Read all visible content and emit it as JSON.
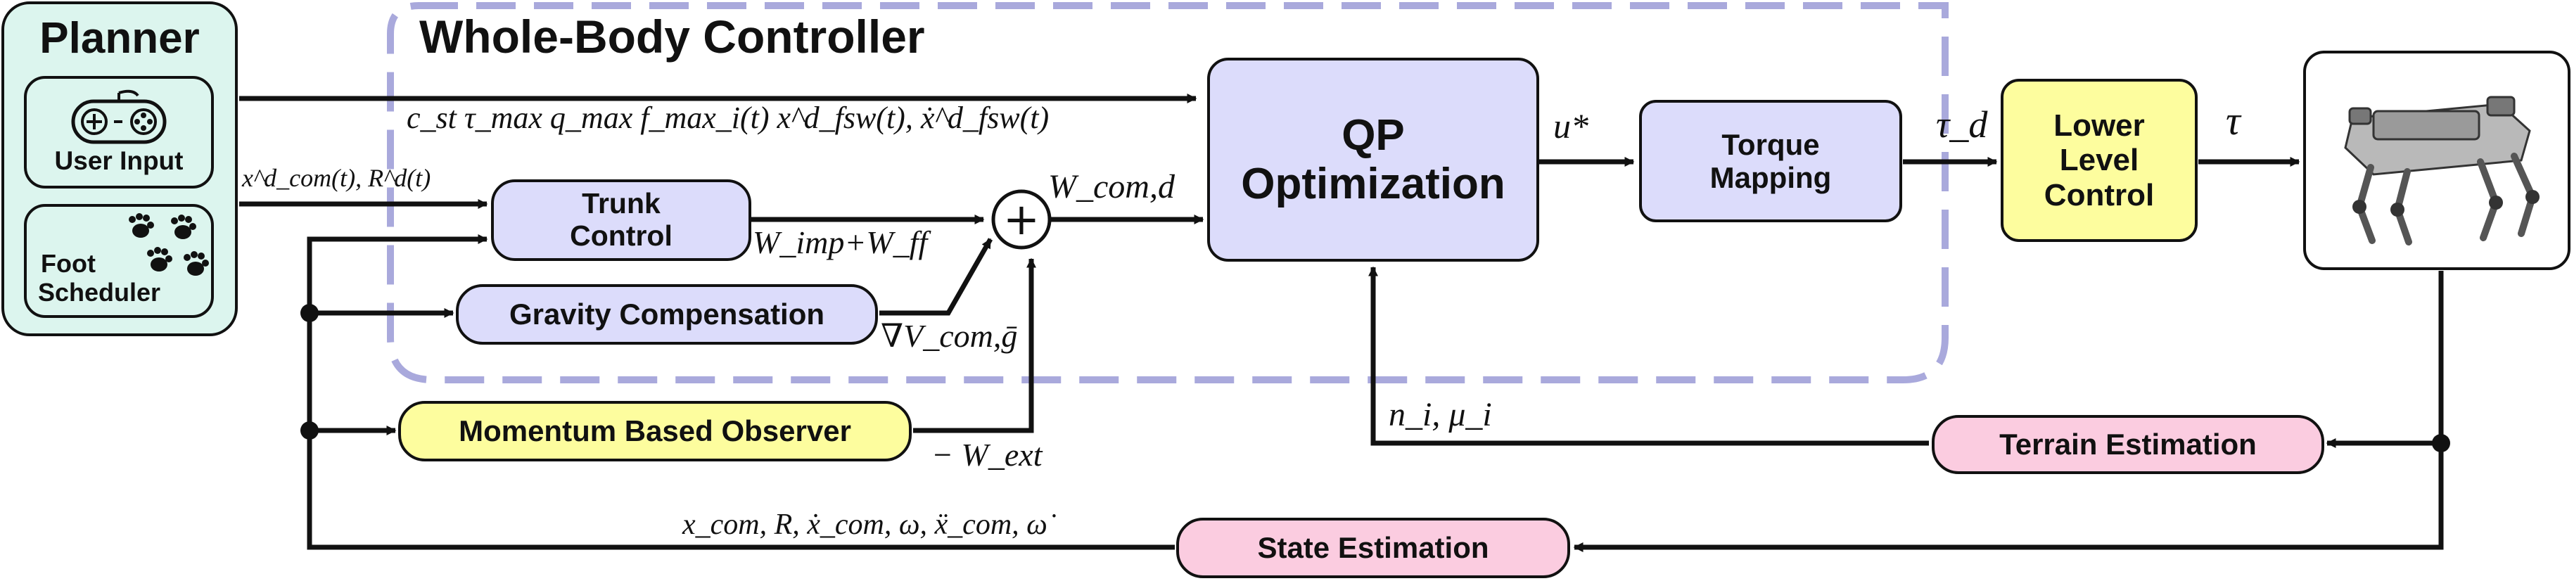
{
  "planner": {
    "title": "Planner",
    "user_input": "User Input",
    "foot_scheduler_line1": "Foot",
    "foot_scheduler_line2": "Scheduler"
  },
  "wbc": {
    "title": "Whole-Body Controller"
  },
  "blocks": {
    "qp_line1": "QP",
    "qp_line2": "Optimization",
    "torque_line1": "Torque",
    "torque_line2": "Mapping",
    "llc_line1": "Lower",
    "llc_line2": "Level",
    "llc_line3": "Control",
    "trunk_line1": "Trunk",
    "trunk_line2": "Control",
    "gravity": "Gravity Compensation",
    "observer": "Momentum Based Observer",
    "terrain": "Terrain Estimation",
    "state": "State Estimation",
    "sum_symbol": "+"
  },
  "signals": {
    "top_params": "c_st   τ_max   q_max  f_max_i(t)  x^d_fsw(t), ẋ^d_fsw(t)",
    "com_ref": "x^d_com(t), R^d(t)",
    "u_star": "u*",
    "tau_d": "τ_d",
    "tau": "τ",
    "w_com_d": "W_com,d",
    "w_imp_ff": "W_imp+W_ff",
    "grad_v": "∇V_com,ḡ",
    "w_ext": "− W_ext",
    "n_mu": "n_i, μ_i",
    "state_vec": "x_com, R, ẋ_com, ω, ẍ_com, ω̇"
  },
  "colors": {
    "lavender": "#dcdcfb",
    "yellow": "#fdfd9e",
    "pink": "#fbcce0",
    "mint": "#dcf5ee",
    "dashed_border": "#a9a9dc"
  }
}
